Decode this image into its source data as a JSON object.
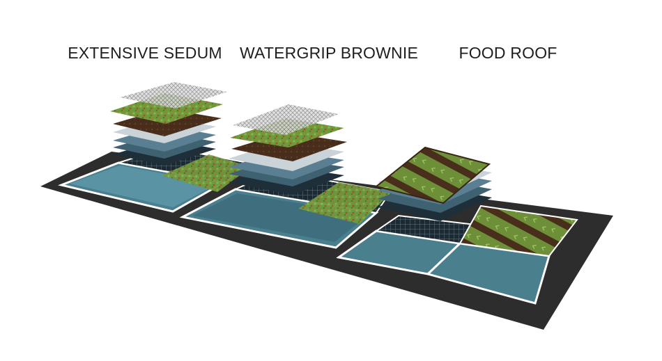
{
  "titles": {
    "extensive_sedum": "EXTENSIVE SEDUM",
    "watergrip_brownie": "WATERGRIP BROWNIE",
    "food_roof": "FOOD ROOF"
  },
  "colors": {
    "background": "#ffffff",
    "roof_deck": "#2d2d2d",
    "water_tray": "#4a7f8e",
    "tray_border": "#ffffff",
    "drainage_grid": "#1c2a33",
    "filter_sheet": "#c9d3d8",
    "reservoir_board": "#3f6273",
    "soil": "#4a2e1c",
    "sedum_green": "#6f9a3c",
    "mesh": "#bdbdbd"
  },
  "systems": [
    {
      "name": "extensive-sedum",
      "layers": [
        "mesh",
        "sedum",
        "soil",
        "filter",
        "reservoir",
        "reservoir",
        "base"
      ]
    },
    {
      "name": "watergrip-brownie",
      "layers": [
        "mesh",
        "sedum",
        "soil",
        "filter",
        "reservoir",
        "reservoir",
        "base"
      ]
    },
    {
      "name": "food-roof",
      "layers": [
        "plants",
        "filter",
        "reservoir",
        "reservoir",
        "base"
      ]
    }
  ]
}
